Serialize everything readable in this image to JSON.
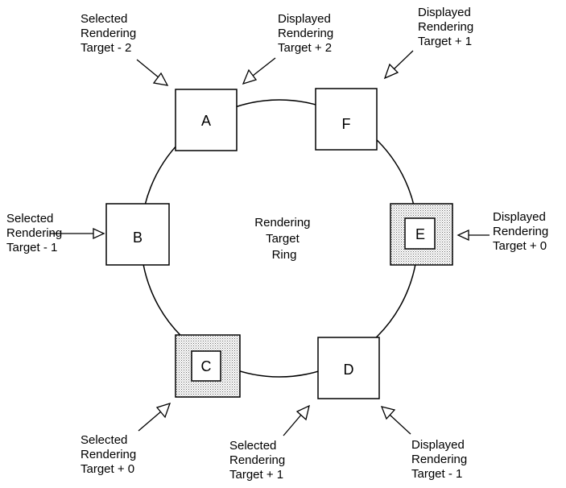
{
  "ring": {
    "center_text": [
      "Rendering",
      "Target",
      "Ring"
    ]
  },
  "nodes": {
    "a": "A",
    "b": "B",
    "c": "C",
    "d": "D",
    "e": "E",
    "f": "F"
  },
  "annotations": {
    "sel_minus_2": [
      "Selected",
      "Rendering",
      "Target - 2"
    ],
    "disp_plus_2": [
      "Displayed",
      "Rendering",
      "Target + 2"
    ],
    "disp_plus_1": [
      "Displayed",
      "Rendering",
      "Target + 1"
    ],
    "sel_minus_1": [
      "Selected",
      "Rendering",
      "Target - 1"
    ],
    "disp_plus_0": [
      "Displayed",
      "Rendering",
      "Target + 0"
    ],
    "sel_plus_0": [
      "Selected",
      "Rendering",
      "Target + 0"
    ],
    "sel_plus_1": [
      "Selected",
      "Rendering",
      "Target + 1"
    ],
    "disp_minus_1": [
      "Displayed",
      "Rendering",
      "Target - 1"
    ]
  }
}
